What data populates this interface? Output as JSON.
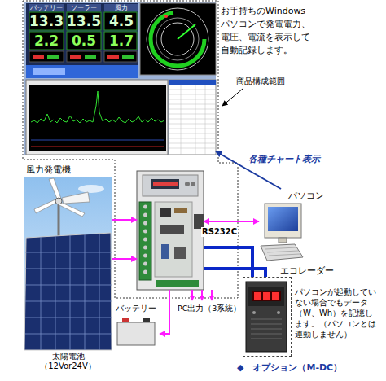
{
  "diagram": {
    "nodes": [
      {
        "text": [
          "バッテリー",
          "ソーラー",
          "風力",
          "13.3",
          "13.5",
          "4.5",
          "2.2",
          "0.5",
          "1.7"
        ]
      },
      {
        "text": [
          "風力発電機"
        ]
      },
      {
        "text": [
          "太陽電池（12Vor24V）"
        ]
      },
      {
        "text": []
      },
      {
        "text": [
          "パソコン",
          "エコレーダー"
        ]
      },
      {
        "text": [
          "バッテリー"
        ]
      },
      {
        "text": [
          "◆　オプション（M-DC）"
        ]
      }
    ],
    "edges": [
      {
        "from": 1,
        "to": 3,
        "arrow": "to"
      },
      {
        "from": 2,
        "to": 3,
        "arrow": "to"
      },
      {
        "from": 3,
        "to": 4,
        "label": "RS232C",
        "arrow": "both"
      },
      {
        "from": 4,
        "to": 0,
        "label": "各種チャート表示",
        "arrow": "to"
      },
      {
        "from": 3,
        "to": 5,
        "arrow": "to"
      },
      {
        "from": 3,
        "to": 6,
        "arrow": "none"
      }
    ],
    "labels": [
      "お手持ちのWindowsパソコンで発電電力、電圧、電流を表示して自動記録します。",
      "商品構成範囲",
      "PC出力（3系統）",
      "パソコンが起動していない場合でもデータ（W、Wh）を記憶します。（パソコンとは連動しません）"
    ]
  }
}
